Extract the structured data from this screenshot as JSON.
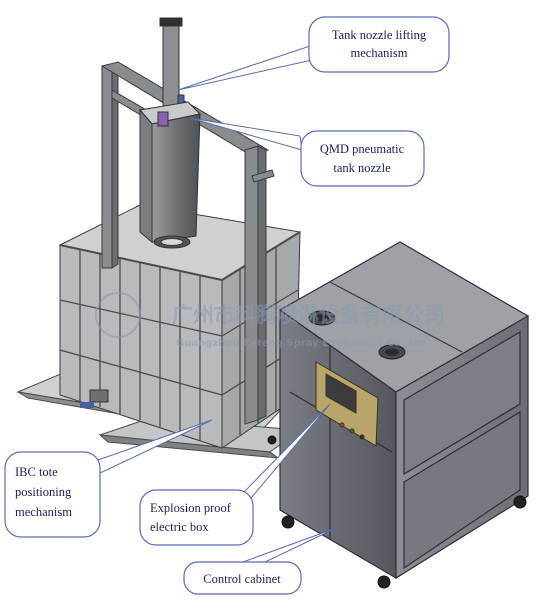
{
  "callouts": [
    {
      "id": "tank-nozzle-lifting",
      "lines": [
        "Tank nozzle lifting",
        "mechanism"
      ]
    },
    {
      "id": "qmd-pneumatic",
      "lines": [
        "QMD pneumatic",
        "tank nozzle"
      ]
    },
    {
      "id": "ibc-tote",
      "lines": [
        "IBC tote",
        "positioning",
        "mechanism"
      ]
    },
    {
      "id": "explosion-proof",
      "lines": [
        "Explosion proof",
        "electric box"
      ]
    },
    {
      "id": "control-cabinet",
      "lines": [
        "Control cabinet"
      ]
    }
  ],
  "watermark": {
    "cn": "广州市科腾喷淋设备有限公司",
    "en": "Guangzhou Keteng Spray Equipment Co.,Ltd"
  },
  "colors": {
    "callout_border": "#5b6bb3",
    "callout_text": "#1a1f5a",
    "frame": "#6e6e6e",
    "cabinet": "#6a6d74",
    "panel": "#b7a56a"
  }
}
